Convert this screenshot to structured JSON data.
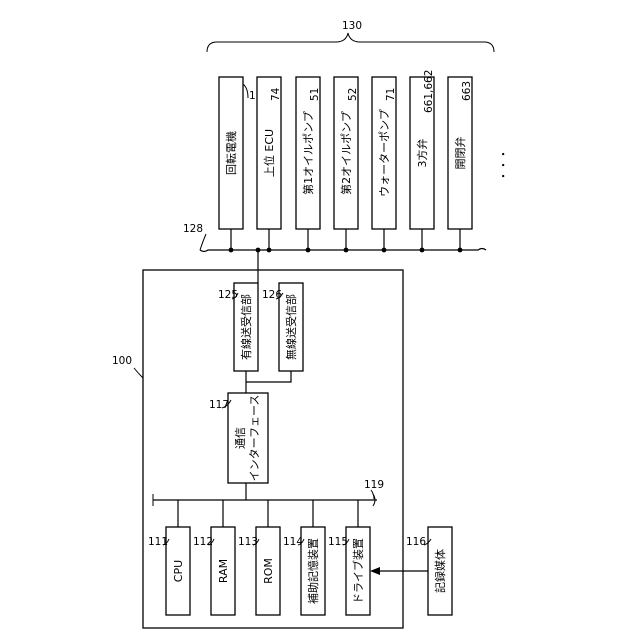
{
  "refs": {
    "group": "130",
    "motor": "1",
    "ecu": "74",
    "oil1": "51",
    "oil2": "52",
    "water": "71",
    "valve3": "661,662",
    "openclose": "663",
    "bus": "128",
    "computer": "100",
    "wired": "125",
    "wireless": "126",
    "comm": "117",
    "internal_bus": "119",
    "cpu": "111",
    "ram": "112",
    "rom": "113",
    "aux": "114",
    "drive": "115",
    "media": "116"
  },
  "labels": {
    "motor": "回転電機",
    "ecu": "上位 ECU",
    "oil1": "第1オイルポンプ",
    "oil2": "第2オイルポンプ",
    "water": "ウォーターポンプ",
    "valve3": "3方弁",
    "openclose": "開閉弁",
    "more": "・・・",
    "wired": "有線送受信部",
    "wireless": "無線送受信部",
    "comm_line1": "通信",
    "comm_line2": "インターフェース",
    "cpu": "CPU",
    "ram": "RAM",
    "rom": "ROM",
    "aux": "補助記憶装置",
    "drive": "ドライブ装置",
    "media": "記録媒体"
  }
}
